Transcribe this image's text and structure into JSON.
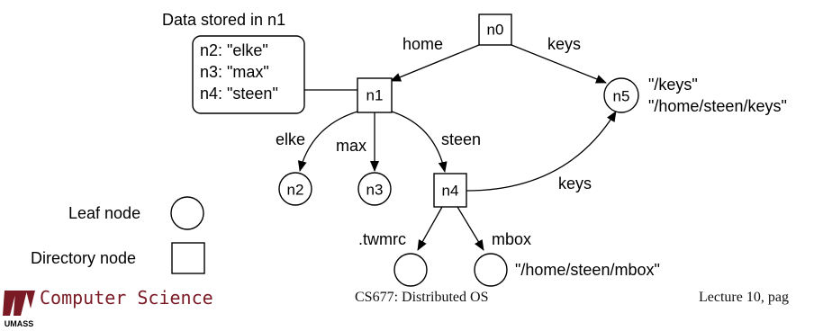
{
  "diagram": {
    "stored_title": "Data stored in n1",
    "stored_lines": [
      "n2: \"elke\"",
      "n3: \"max\"",
      "n4: \"steen\""
    ],
    "nodes": {
      "n0": "n0",
      "n1": "n1",
      "n2": "n2",
      "n3": "n3",
      "n4": "n4",
      "n5": "n5"
    },
    "edges": {
      "home": "home",
      "keys_top": "keys",
      "elke": "elke",
      "max": "max",
      "steen": "steen",
      "keys_n4": "keys",
      "twmrc": ".twmrc",
      "mbox": "mbox"
    },
    "n5_names": [
      "\"/keys\"",
      "\"/home/steen/keys\""
    ],
    "mbox_name": "\"/home/steen/mbox\"",
    "legend": {
      "leaf": "Leaf node",
      "directory": "Directory node"
    }
  },
  "footer": {
    "department": "Computer Science",
    "logo_text": "UMASS",
    "course": "CS677: Distributed OS",
    "lecture": "Lecture 10, pag"
  },
  "colors": {
    "logo_maroon": "#7a1a24"
  }
}
